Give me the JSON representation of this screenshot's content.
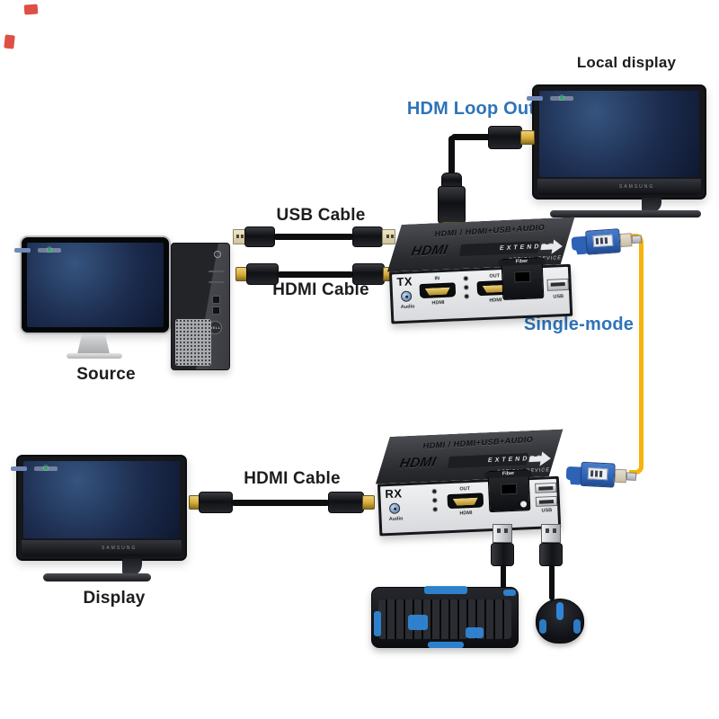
{
  "labels": {
    "local_display": "Local display",
    "hdm_loop_out": "HDM Loop Out",
    "usb_cable": "USB Cable",
    "hdmi_cable_top": "HDMI Cable",
    "source": "Source",
    "single_mode": "Single-mode",
    "hdmi_cable_bottom": "HDMI Cable",
    "display": "Display"
  },
  "tx": {
    "badge": "TX",
    "title": "HDMI / HDMI+USB+AUDIO",
    "brand": "HDMI",
    "extender": "EXTENDER",
    "optical": "OPTICAL DEVICE",
    "audio": "Audio",
    "port_in": "IN",
    "port_out": "OUT",
    "hdmi": "HDMI",
    "fiber": "Fiber",
    "usb": "USB"
  },
  "rx": {
    "badge": "RX",
    "title": "HDMI / HDMI+USB+AUDIO",
    "brand": "HDMI",
    "extender": "EXTENDER",
    "optical": "OPTICAL DEVICE",
    "audio": "Audio",
    "port_out": "OUT",
    "hdmi": "HDMI",
    "fiber": "Fiber",
    "usb": "USB"
  },
  "monitors": {
    "brand": "SAMSUNG"
  },
  "pc": {
    "brand": "DELL"
  },
  "screen": {
    "tiles_row1": [
      "#b98a5a",
      "#3a3440",
      "#c0392b",
      "#2c3e66",
      "#e8e8e8",
      "#d2691e"
    ],
    "tiles_row2": [
      "#2f2f3a",
      "#e8e0d0",
      "#3f7f4f",
      "#55565e",
      "#2b2b33",
      "#2255aa"
    ],
    "dock": [
      "#e74c3c",
      "#f1c40f",
      "#3498db",
      "#2ecc71",
      "#9b59b6",
      "#e67e22",
      "#1abc9c",
      "#ecf0f1",
      "#34495e",
      "#f39c12",
      "#2980b9",
      "#27ae60"
    ]
  },
  "colors": {
    "label_black": "#1d1d1f",
    "label_blue": "#2e74b9",
    "fiber_yellow": "#f6b40a",
    "connector_blue": "#2d62b5",
    "cable_black": "#0d0e10",
    "gold": "#d4ab3a",
    "panel_light": "#eef0f1",
    "screen_bg": "#1c2c4e",
    "device_blue": "#2f86d6",
    "artifact_red": "#d93025"
  }
}
